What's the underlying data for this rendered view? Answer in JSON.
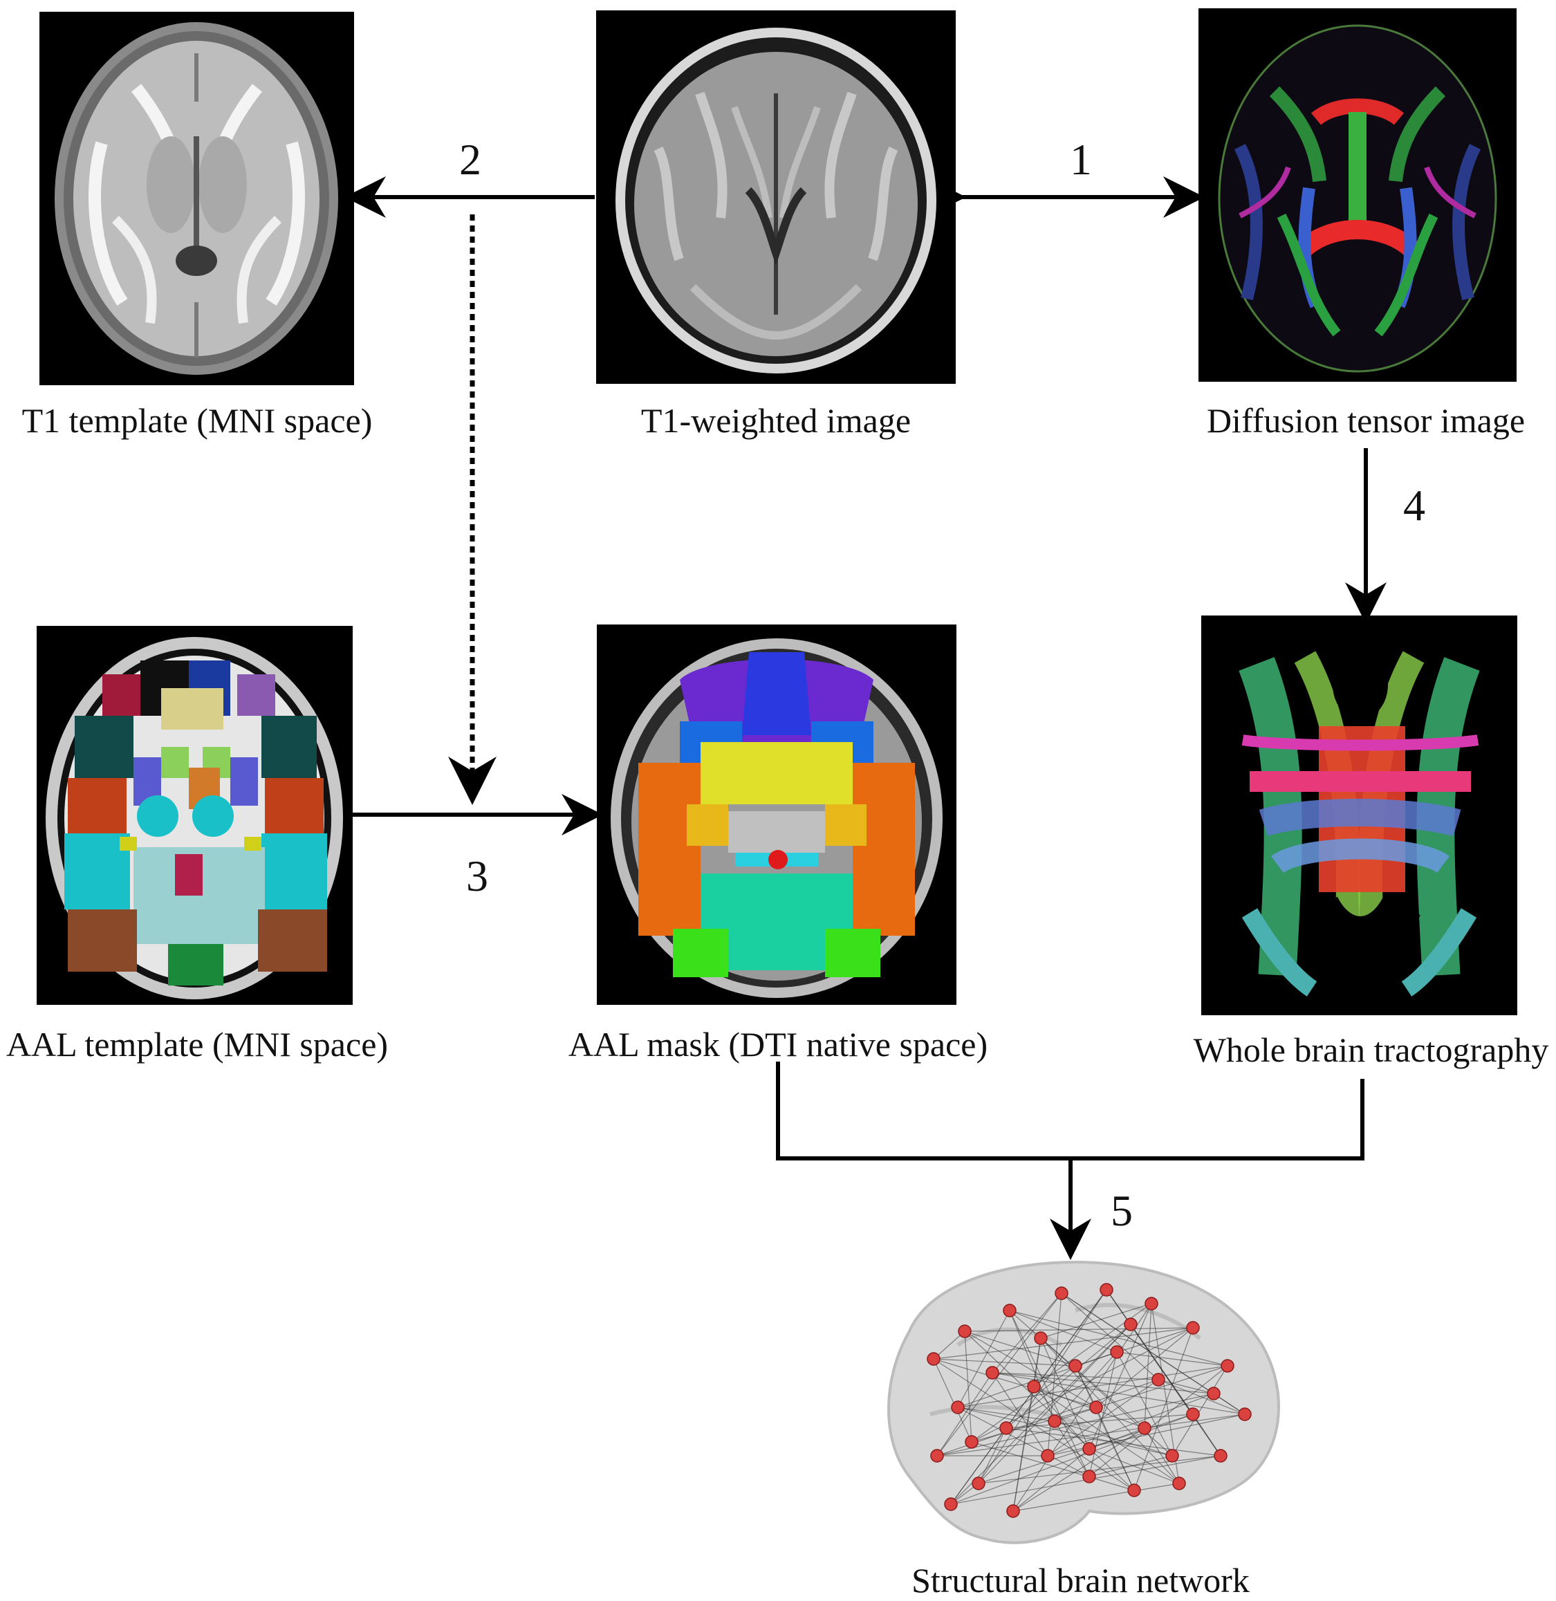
{
  "captions": {
    "t1_template": "T1 template (MNI space)",
    "t1_weighted": "T1-weighted image",
    "dti": "Diffusion tensor image",
    "aal_template": "AAL template (MNI space)",
    "aal_mask": "AAL mask (DTI native space)",
    "tractography": "Whole brain tractography",
    "network": "Structural brain network"
  },
  "steps": {
    "s1": "1",
    "s2": "2",
    "s3": "3",
    "s4": "4",
    "s5": "5"
  },
  "colors": {
    "line": "#000000",
    "node": "#d9423f",
    "background": "#ffffff"
  }
}
